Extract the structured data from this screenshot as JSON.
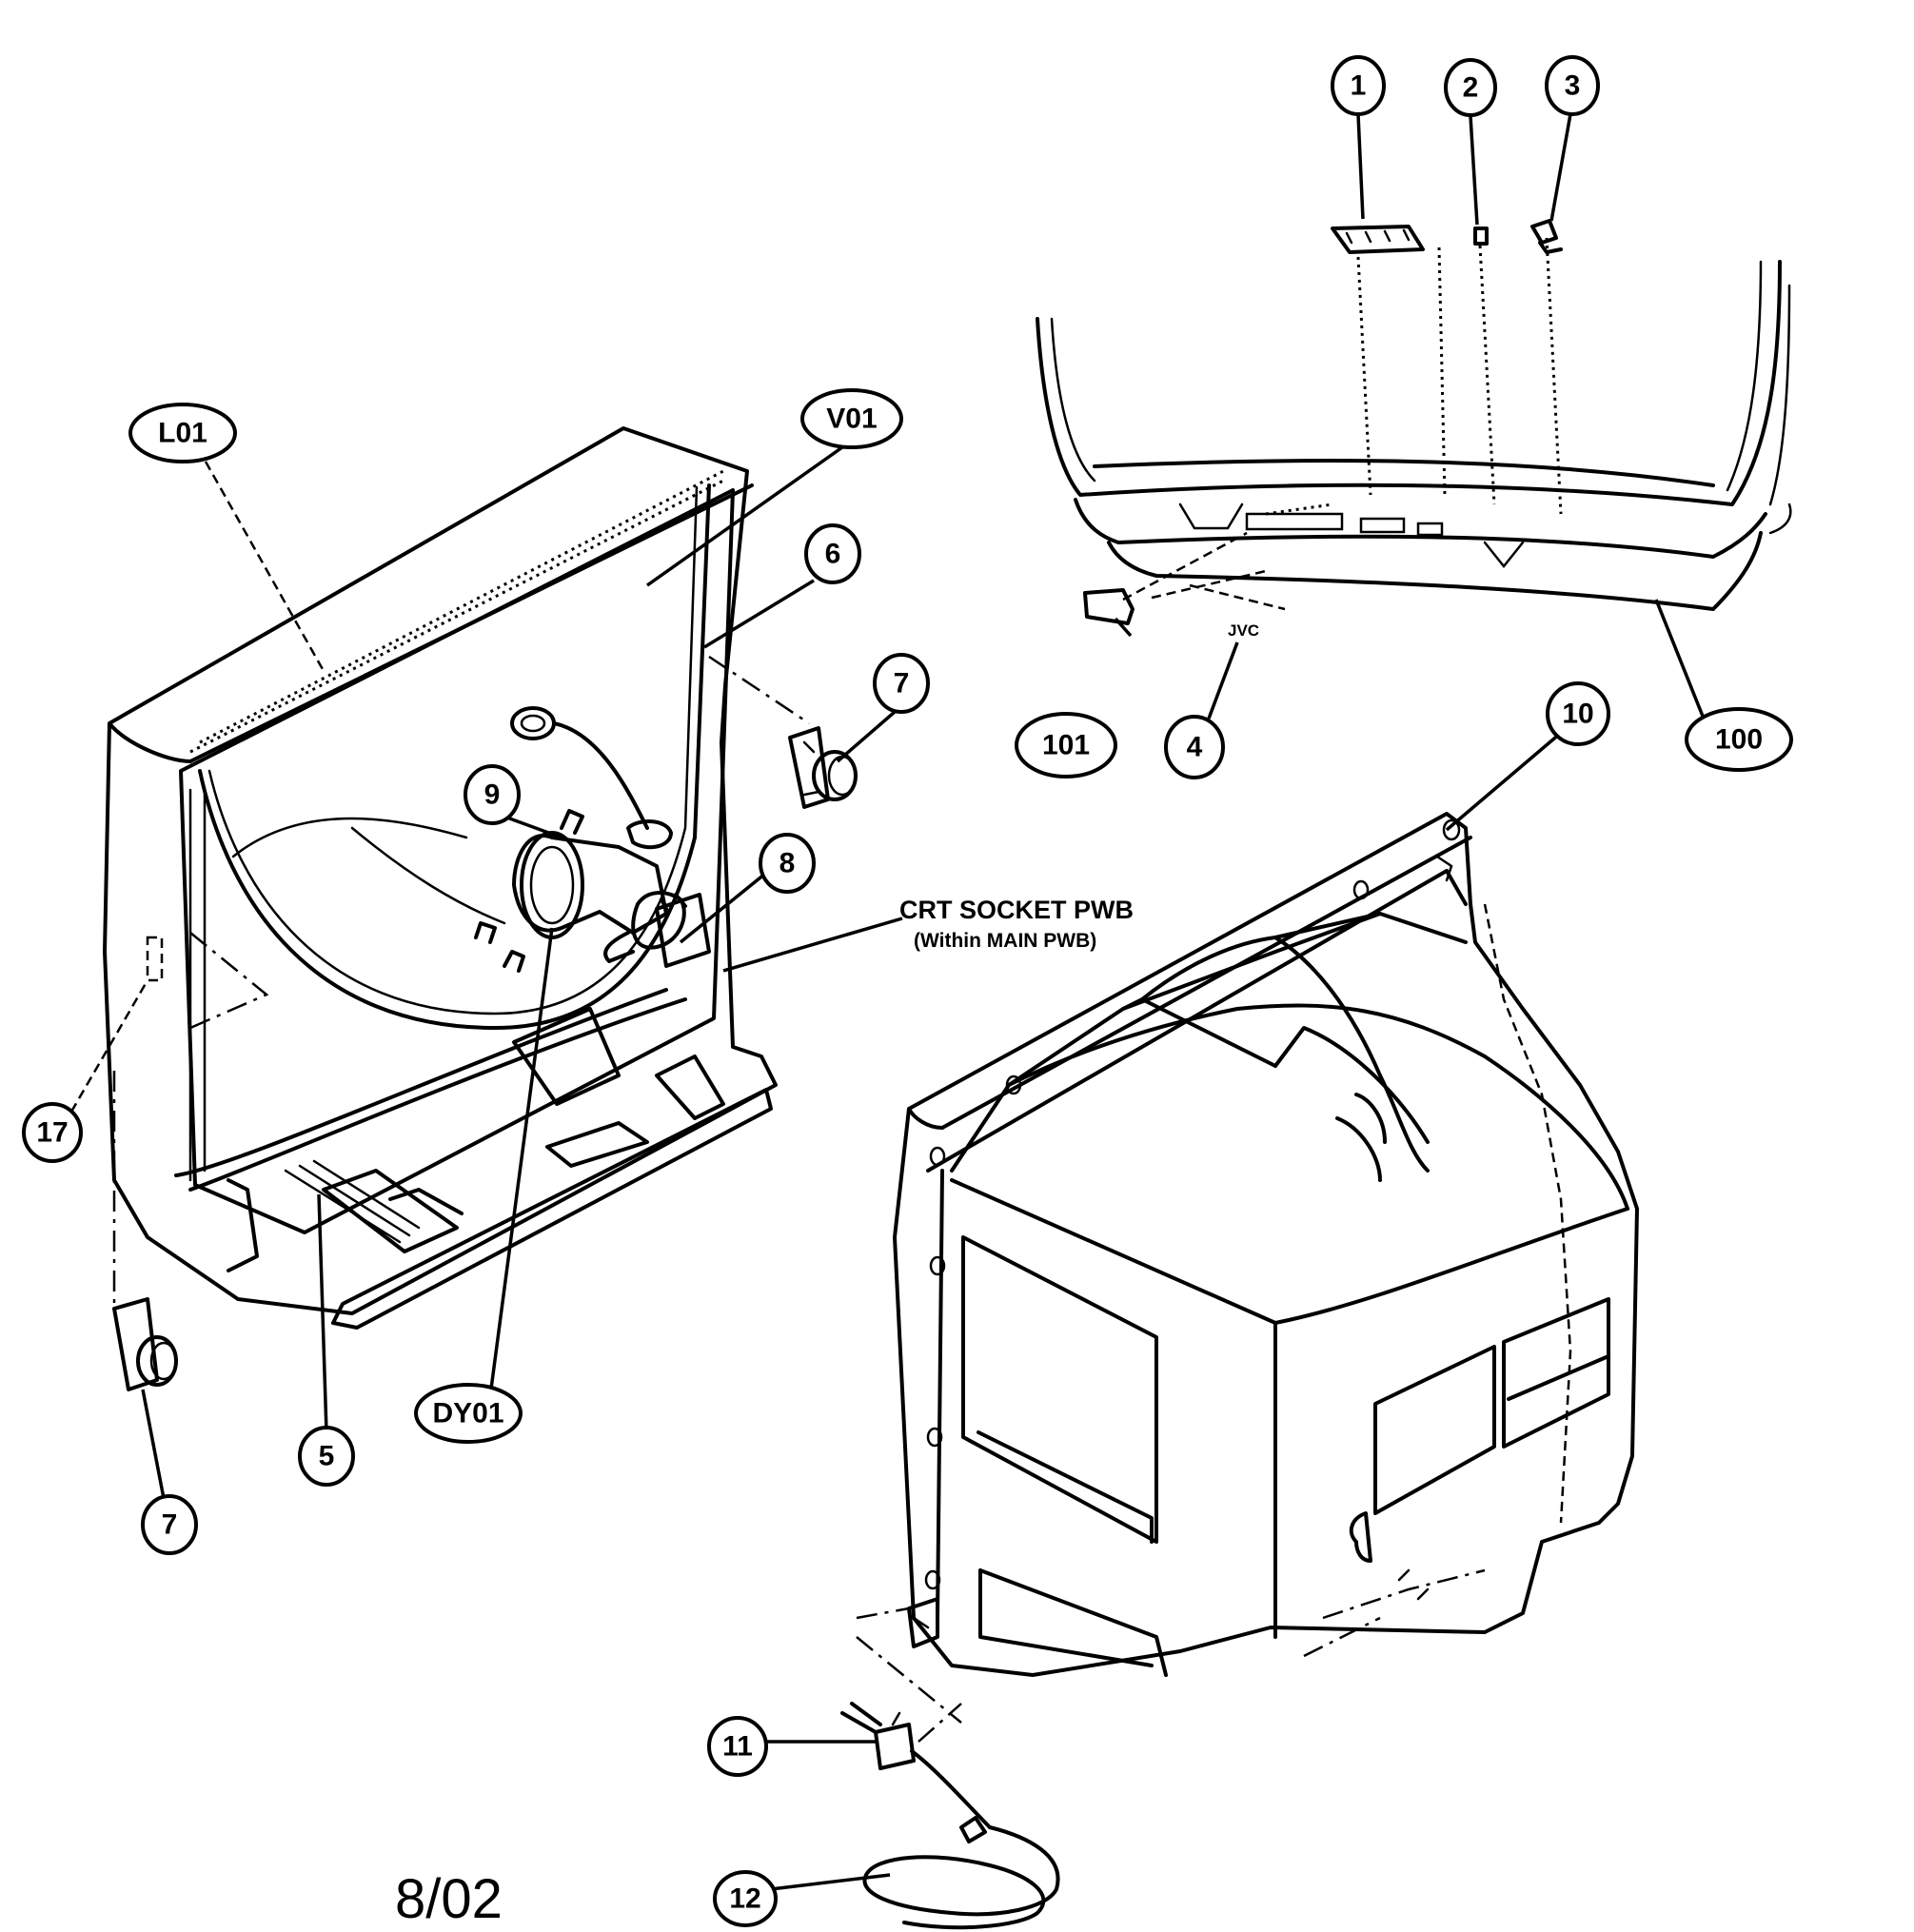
{
  "callouts": {
    "c1": "1",
    "c2": "2",
    "c3": "3",
    "c4": "4",
    "c5": "5",
    "c6": "6",
    "c7a": "7",
    "c7b": "7",
    "c8": "8",
    "c9": "9",
    "c10": "10",
    "c11": "11",
    "c12": "12",
    "c17": "17",
    "c100": "100",
    "c101": "101",
    "cL01": "L01",
    "cV01": "V01",
    "cDY01": "DY01"
  },
  "note": {
    "title": "CRT SOCKET PWB",
    "subtitle": "(Within MAIN PWB)"
  },
  "logo": "JVC",
  "date": "8/02"
}
